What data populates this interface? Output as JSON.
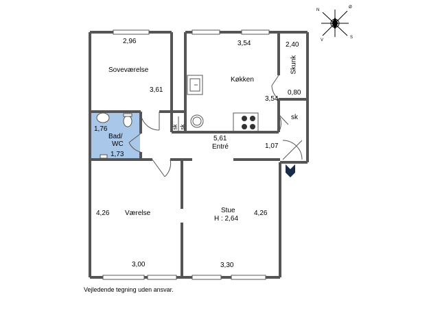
{
  "rooms": {
    "soveværelse": {
      "name": "Soveværelse",
      "width": "2,96",
      "depth": "3,61"
    },
    "koekken": {
      "name": "Køkken",
      "width": "3,54",
      "depth": "3,54"
    },
    "skunk": {
      "name": "Skunk",
      "width": "2,40",
      "depth": "0,80"
    },
    "sk_right": {
      "name": "sk"
    },
    "sk1": {
      "name": "sk"
    },
    "sk2": {
      "name": "sk"
    },
    "bad": {
      "name_line1": "Bad/",
      "name_line2": "WC",
      "width": "1,76",
      "depth": "1,73"
    },
    "entre": {
      "name": "Entré",
      "width": "5,61",
      "depth": "1,07"
    },
    "vaerelse": {
      "name": "Værelse",
      "width": "3,00",
      "depth": "4,26"
    },
    "stue": {
      "name": "Stue",
      "height_label": "H : 2,64",
      "width": "3,30",
      "depth": "4,26"
    }
  },
  "compass": {
    "n": "N",
    "o": "Ø",
    "s": "S",
    "v": "V"
  },
  "footer": "Vejledende tegning uden ansvar.",
  "colors": {
    "wall": "#555555",
    "bath": "#a9c7e8",
    "entrance_arrow": "#1a2b4a"
  }
}
